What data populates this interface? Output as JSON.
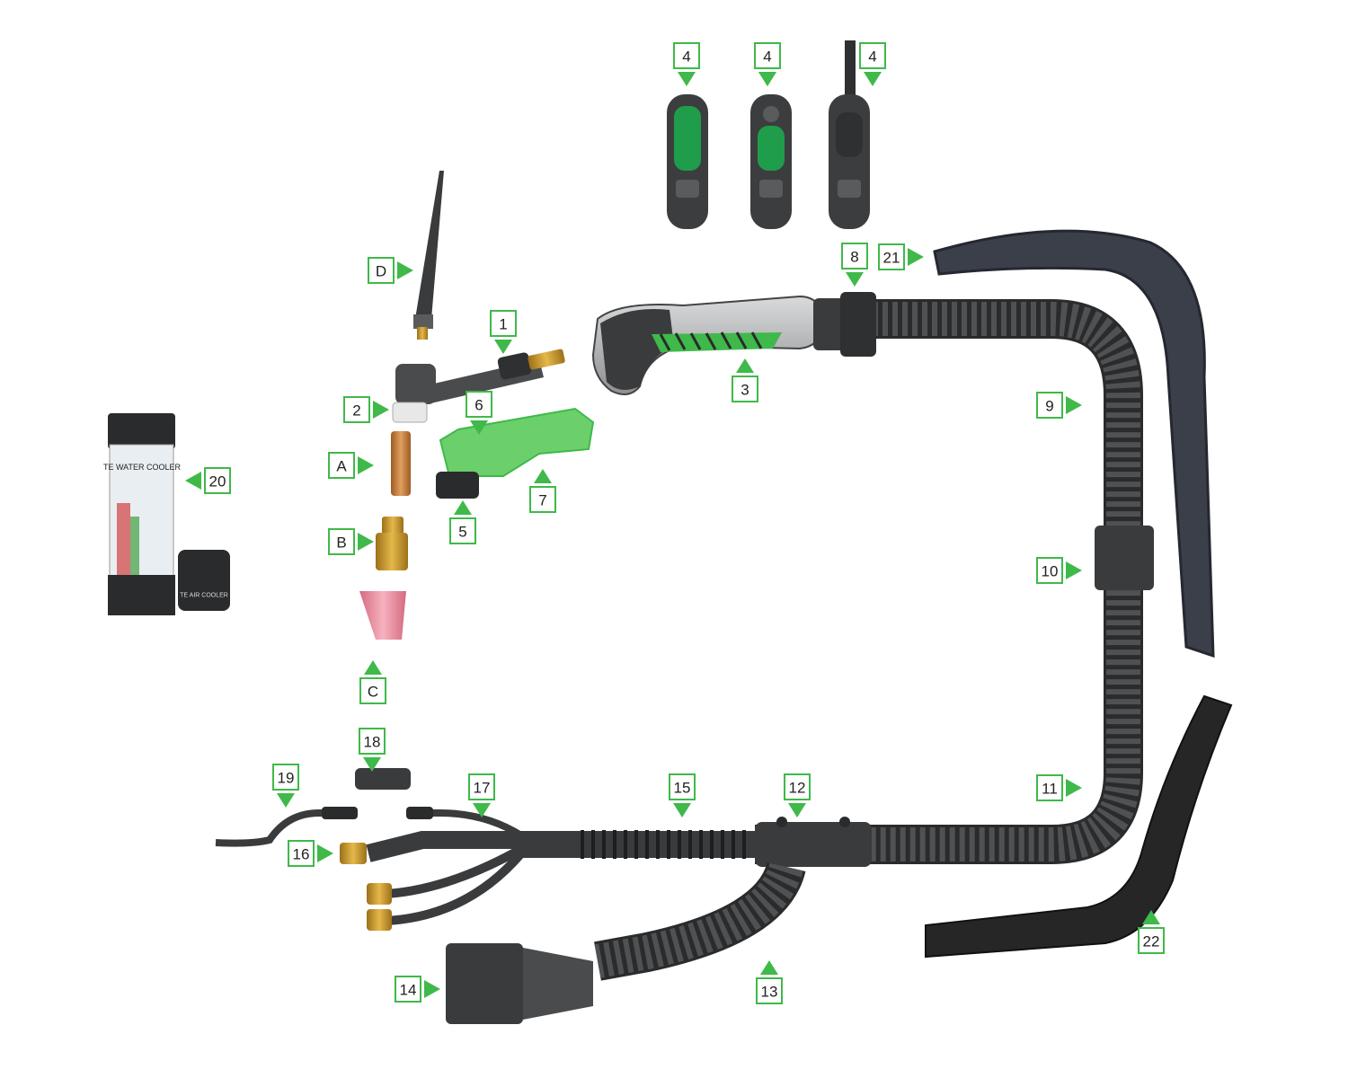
{
  "colors": {
    "accent": "#3fb94a",
    "body_dark": "#3c3d3e",
    "body_mid": "#5a5b5d",
    "hose": "#4a4b4d",
    "brass": "#c9982e",
    "copper": "#c7843e",
    "ceramic": "#e98a9c",
    "cover": "#3a3f4a",
    "label_border": "#3fb94a"
  },
  "callouts": [
    {
      "id": "1",
      "label": "1",
      "dir": "down"
    },
    {
      "id": "2",
      "label": "2",
      "dir": "right"
    },
    {
      "id": "3",
      "label": "3",
      "dir": "up"
    },
    {
      "id": "4a",
      "label": "4",
      "dir": "down"
    },
    {
      "id": "4b",
      "label": "4",
      "dir": "down"
    },
    {
      "id": "4c",
      "label": "4",
      "dir": "down"
    },
    {
      "id": "4d",
      "label": "4",
      "dir": "down"
    },
    {
      "id": "5",
      "label": "5",
      "dir": "up"
    },
    {
      "id": "6",
      "label": "6",
      "dir": "down"
    },
    {
      "id": "7",
      "label": "7",
      "dir": "up"
    },
    {
      "id": "8",
      "label": "8",
      "dir": "down"
    },
    {
      "id": "9",
      "label": "9",
      "dir": "right"
    },
    {
      "id": "10",
      "label": "10",
      "dir": "right"
    },
    {
      "id": "11",
      "label": "11",
      "dir": "right"
    },
    {
      "id": "12",
      "label": "12",
      "dir": "down"
    },
    {
      "id": "13",
      "label": "13",
      "dir": "up"
    },
    {
      "id": "14",
      "label": "14",
      "dir": "right"
    },
    {
      "id": "15",
      "label": "15",
      "dir": "down"
    },
    {
      "id": "16",
      "label": "16",
      "dir": "right"
    },
    {
      "id": "17",
      "label": "17",
      "dir": "down"
    },
    {
      "id": "18",
      "label": "18",
      "dir": "down"
    },
    {
      "id": "19",
      "label": "19",
      "dir": "down"
    },
    {
      "id": "20",
      "label": "20",
      "dir": "left"
    },
    {
      "id": "21",
      "label": "21",
      "dir": "right"
    },
    {
      "id": "22",
      "label": "22",
      "dir": "up"
    },
    {
      "id": "A",
      "label": "A",
      "dir": "right"
    },
    {
      "id": "B",
      "label": "B",
      "dir": "right"
    },
    {
      "id": "C",
      "label": "C",
      "dir": "up"
    },
    {
      "id": "D",
      "label": "D",
      "dir": "right"
    }
  ],
  "product_text": {
    "water_cooler": "TE WATER COOLER",
    "air_cooler": "TE AIR COOLER"
  }
}
